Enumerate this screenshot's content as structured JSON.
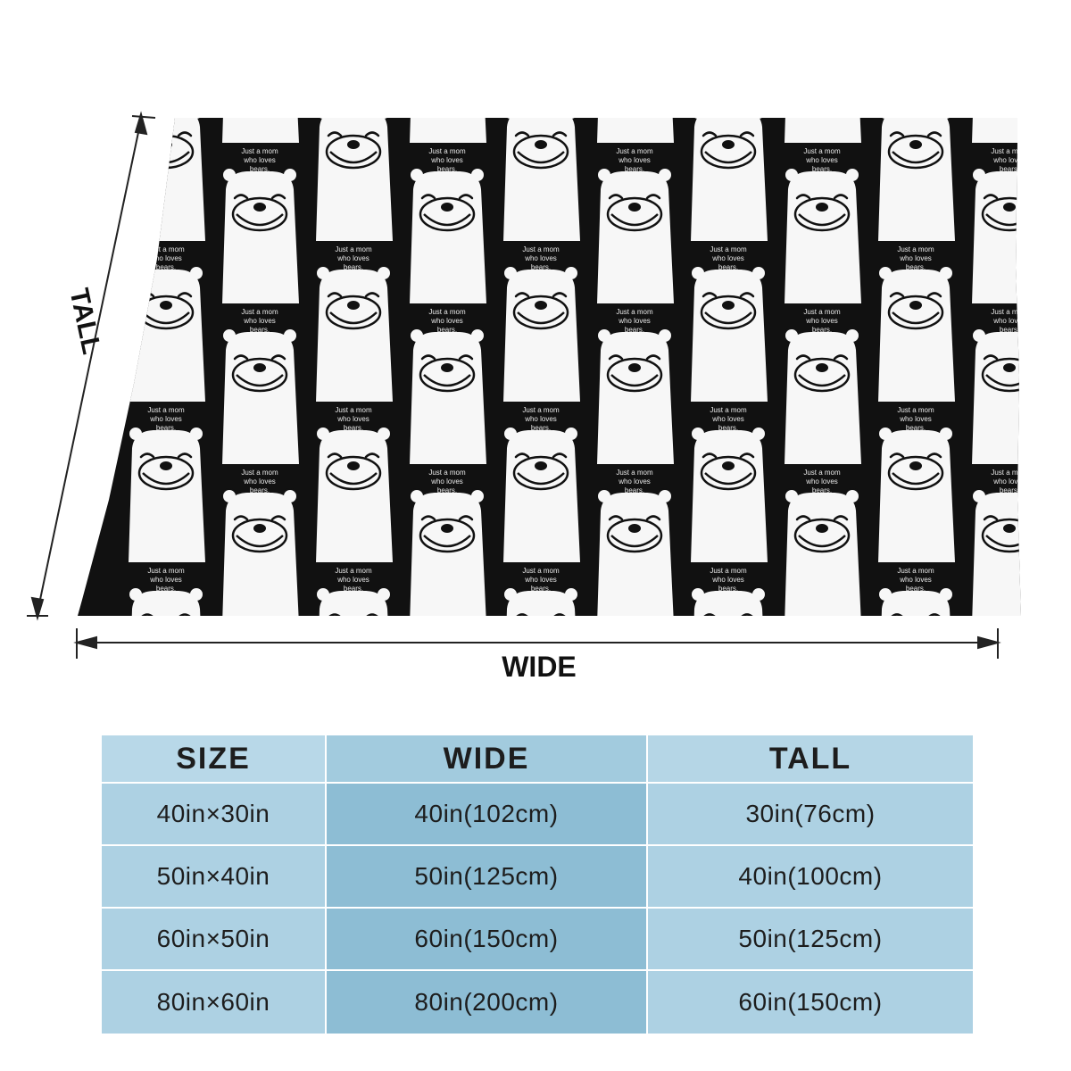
{
  "blanket": {
    "print_text": "Just a mom who loves bears.",
    "colors": {
      "background": "#111111",
      "bear": "#f7f7f7",
      "line": "#111111"
    }
  },
  "dimensions": {
    "tall_label": "TALL",
    "wide_label": "WIDE"
  },
  "size_table": {
    "headers": [
      "SIZE",
      "WIDE",
      "TALL"
    ],
    "rows": [
      [
        "40in×30in",
        "40in(102cm)",
        "30in(76cm)"
      ],
      [
        "50in×40in",
        "50in(125cm)",
        "40in(100cm)"
      ],
      [
        "60in×50in",
        "60in(150cm)",
        "50in(125cm)"
      ],
      [
        "80in×60in",
        "80in(200cm)",
        "60in(150cm)"
      ]
    ],
    "colors": {
      "header": "#b8d8e8",
      "cell_light": "#add1e3",
      "cell_dark": "#8dbdd4"
    }
  }
}
